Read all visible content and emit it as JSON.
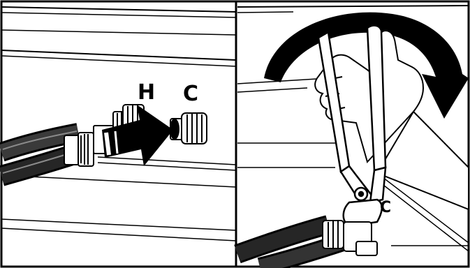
{
  "figure": {
    "left_panel": {
      "hose_labels": {
        "hot": "H",
        "cold": "C"
      },
      "icons": [
        "hose-icon",
        "hot-water-inlet-icon",
        "cold-water-inlet-icon",
        "push-arrow-icon"
      ]
    },
    "right_panel": {
      "hose_label": "C",
      "icons": [
        "pliers-icon",
        "hand-icon",
        "rotate-clockwise-arrow-icon",
        "hose-icon"
      ]
    },
    "colors": {
      "line": "#000000",
      "fill": "#ffffff",
      "hose": "#1a1a1a"
    }
  }
}
